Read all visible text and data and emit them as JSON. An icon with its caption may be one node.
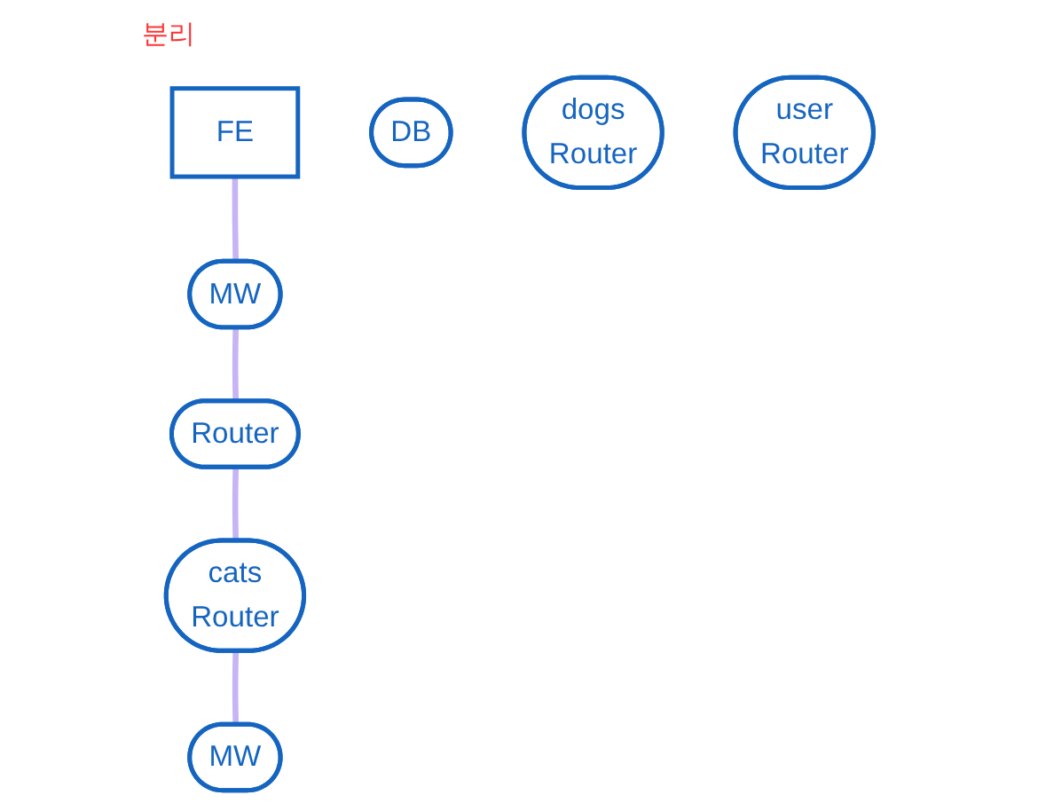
{
  "diagram": {
    "nodes": [
      {
        "text": [
          "FE"
        ]
      },
      {
        "text": [
          "cats",
          "Router"
        ]
      },
      {
        "text": [
          "MW"
        ]
      },
      {
        "text": [
          "Router"
        ]
      },
      {
        "text": [
          "DB"
        ]
      },
      {
        "text": [
          "dogs",
          "Router"
        ]
      },
      {
        "text": [
          "MW"
        ]
      },
      {
        "text": [
          "user",
          "Router"
        ]
      }
    ],
    "edges": [
      {
        "from": 0,
        "to": 2,
        "arrow": "none",
        "color": "#c7b4f5"
      },
      {
        "from": 2,
        "to": 3,
        "arrow": "none",
        "color": "#c7b4f5"
      },
      {
        "from": 3,
        "to": 1,
        "arrow": "none",
        "color": "#c7b4f5"
      },
      {
        "from": 1,
        "to": 6,
        "arrow": "none",
        "color": "#c7b4f5"
      }
    ],
    "labels": [
      "분리"
    ]
  }
}
